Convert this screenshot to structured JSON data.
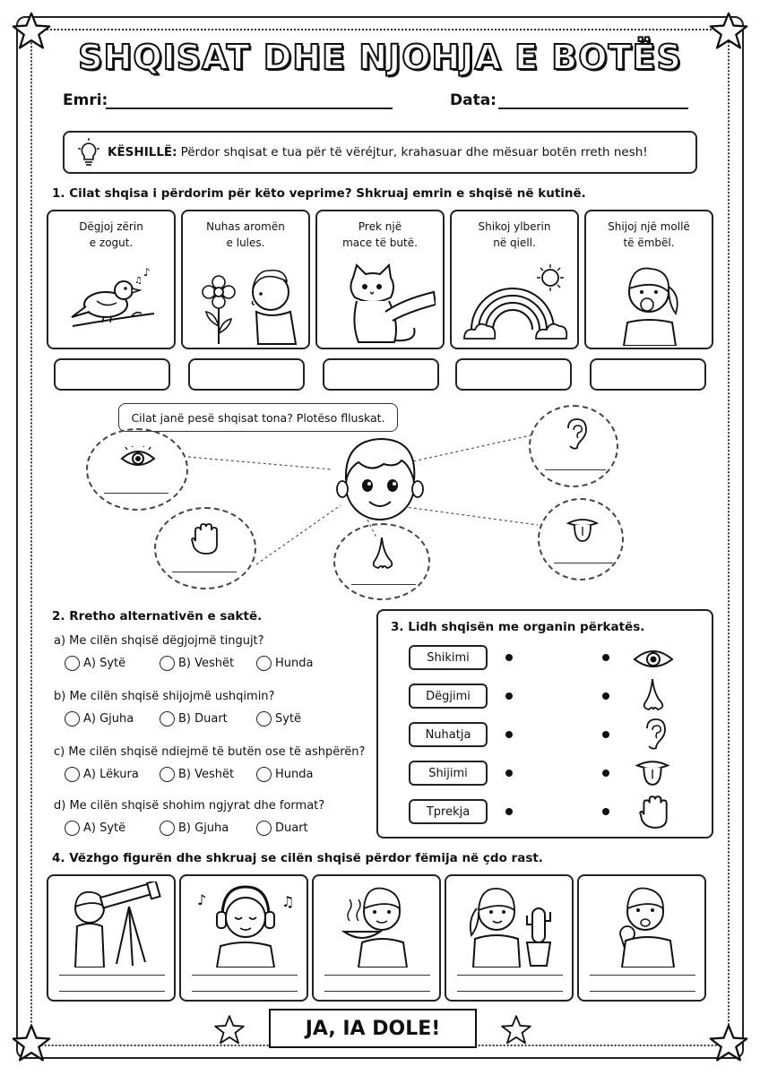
{
  "title": "SHQISAT DHE NJOHJA E BOTËS",
  "name_label": "Emri:",
  "date_label": "Data:",
  "tip": {
    "label": "KËSHILLË:",
    "text": "Përdor shqisat e tua për të vëréjtur, krahasuar dhe mësuar botën rreth nesh!"
  },
  "q1": {
    "heading": "1. Cilat shqisa i përdorim për këto veprime? Shkruaj emrin e shqisë në kutinë.",
    "cards": [
      {
        "line1": "Dëgjoj zërin",
        "line2": "e zogut.",
        "icon": "bird-icon"
      },
      {
        "line1": "Nuhas aromën",
        "line2": "e lules.",
        "icon": "flower-boy-icon"
      },
      {
        "line1": "Prek një",
        "line2": "mace të butë.",
        "icon": "cat-icon"
      },
      {
        "line1": "Shikoj ylberin",
        "line2": "në qiell.",
        "icon": "rainbow-icon"
      },
      {
        "line1": "Shijoj një mollë",
        "line2": "të ëmbël.",
        "icon": "girl-apple-icon"
      }
    ]
  },
  "bubbles_prompt": "Cilat janë pesë shqisat tona? Plotëso flluskat.",
  "q2": {
    "heading": "2. Rretho alternativën e saktë.",
    "items": [
      {
        "q": "a) Me cilën shqisë dëgjojmë tingujt?",
        "options": [
          "A) Sytë",
          "B) Veshët",
          "Hunda"
        ]
      },
      {
        "q": "b) Me cilën shqisë shijojmë ushqimin?",
        "options": [
          "A) Gjuha",
          "B) Duart",
          "Sytë"
        ]
      },
      {
        "q": "c) Me cilën shqisë ndiejmë të butën ose të ashpërën?",
        "options": [
          "A) Lëkura",
          "B) Veshët",
          "Hunda"
        ]
      },
      {
        "q": "d) Me cilën shqisë shohim ngjyrat dhe format?",
        "options": [
          "A) Sytë",
          "B) Gjuha",
          "Duart"
        ]
      }
    ]
  },
  "q3": {
    "heading": "3. Lidh shqisën me organin përkatës.",
    "senses": [
      "Shikimi",
      "Dëgjimi",
      "Nuhatja",
      "Shijimi",
      "Tprekja"
    ],
    "organs": [
      "eye-icon",
      "nose-icon",
      "ear-icon",
      "tongue-icon",
      "hand-icon"
    ]
  },
  "q4": {
    "heading": "4. Vëzhgo figurën dhe shkruaj se cilën shqisë përdor fëmija në çdo rast.",
    "scenes": [
      "telescope-boy-icon",
      "headphones-girl-icon",
      "soup-boy-icon",
      "cactus-girl-icon",
      "icecream-boy-icon"
    ]
  },
  "footer": "JA, IA DOLE!"
}
